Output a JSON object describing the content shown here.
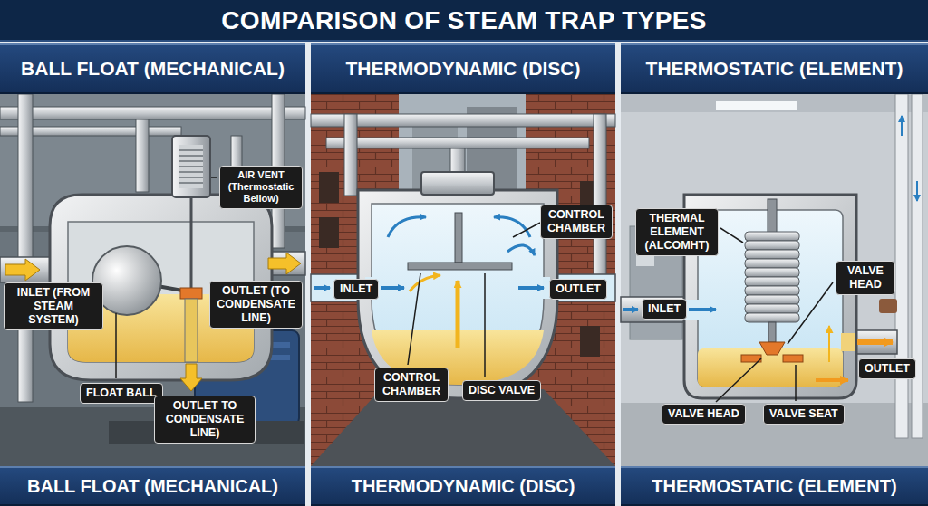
{
  "diagram": {
    "title": "COMPARISON OF STEAM TRAP TYPES",
    "nodes": [
      {
        "text": [
          "BALL FLOAT (MECHANICAL)",
          "BALL FLOAT (MECHANICAL)"
        ]
      },
      {
        "text": [
          "AIR VENT (Thermostatic Bellow)"
        ],
        "in": 0
      },
      {
        "text": [
          "INLET (FROM STEAM SYSTEM)"
        ],
        "in": 0
      },
      {
        "text": [
          "OUTLET (TO CONDENSATE LINE)"
        ],
        "in": 0
      },
      {
        "text": [
          "FLOAT BALL"
        ],
        "in": 0
      },
      {
        "text": [
          "OUTLET TO CONDENSATE LINE)"
        ],
        "in": 0
      },
      {
        "text": [
          "THERMODYNAMIC (DISC)",
          "THERMODYNAMIC (DISC)"
        ]
      },
      {
        "text": [
          "CONTROL CHAMBER"
        ],
        "in": 6
      },
      {
        "text": [
          "INLET"
        ],
        "in": 6
      },
      {
        "text": [
          "OUTLET"
        ],
        "in": 6
      },
      {
        "text": [
          "CONTROL CHAMBER"
        ],
        "in": 6
      },
      {
        "text": [
          "DISC VALVE"
        ],
        "in": 6
      },
      {
        "text": [
          "THERMOSTATIC (ELEMENT)",
          "THERMOSTATIC (ELEMENT)"
        ]
      },
      {
        "text": [
          "THERMAL ELEMENT (ALCOMHT)"
        ],
        "in": 12
      },
      {
        "text": [
          "VALVE HEAD"
        ],
        "in": 12
      },
      {
        "text": [
          "INLET"
        ],
        "in": 12
      },
      {
        "text": [
          "OUTLET"
        ],
        "in": 12
      },
      {
        "text": [
          "VALVE HEAD"
        ],
        "in": 12
      },
      {
        "text": [
          "VALVE SEAT"
        ],
        "in": 12
      }
    ]
  }
}
